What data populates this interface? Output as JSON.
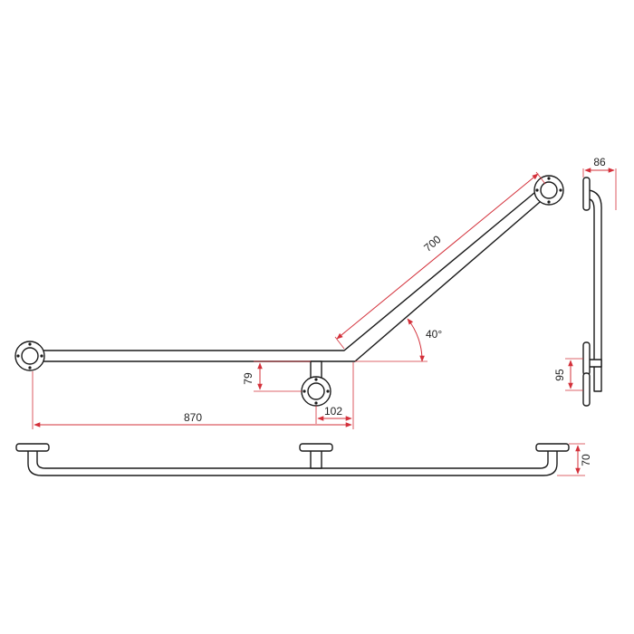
{
  "dimensions": {
    "length_horizontal": "870",
    "length_angled": "700",
    "angle": "40°",
    "support_height": "79",
    "support_offset": "102",
    "side_depth": "86",
    "side_flange_gap": "95",
    "front_height": "70"
  },
  "colors": {
    "outline": "#1a1a1a",
    "dimension": "#d3303a",
    "text": "#222222"
  }
}
